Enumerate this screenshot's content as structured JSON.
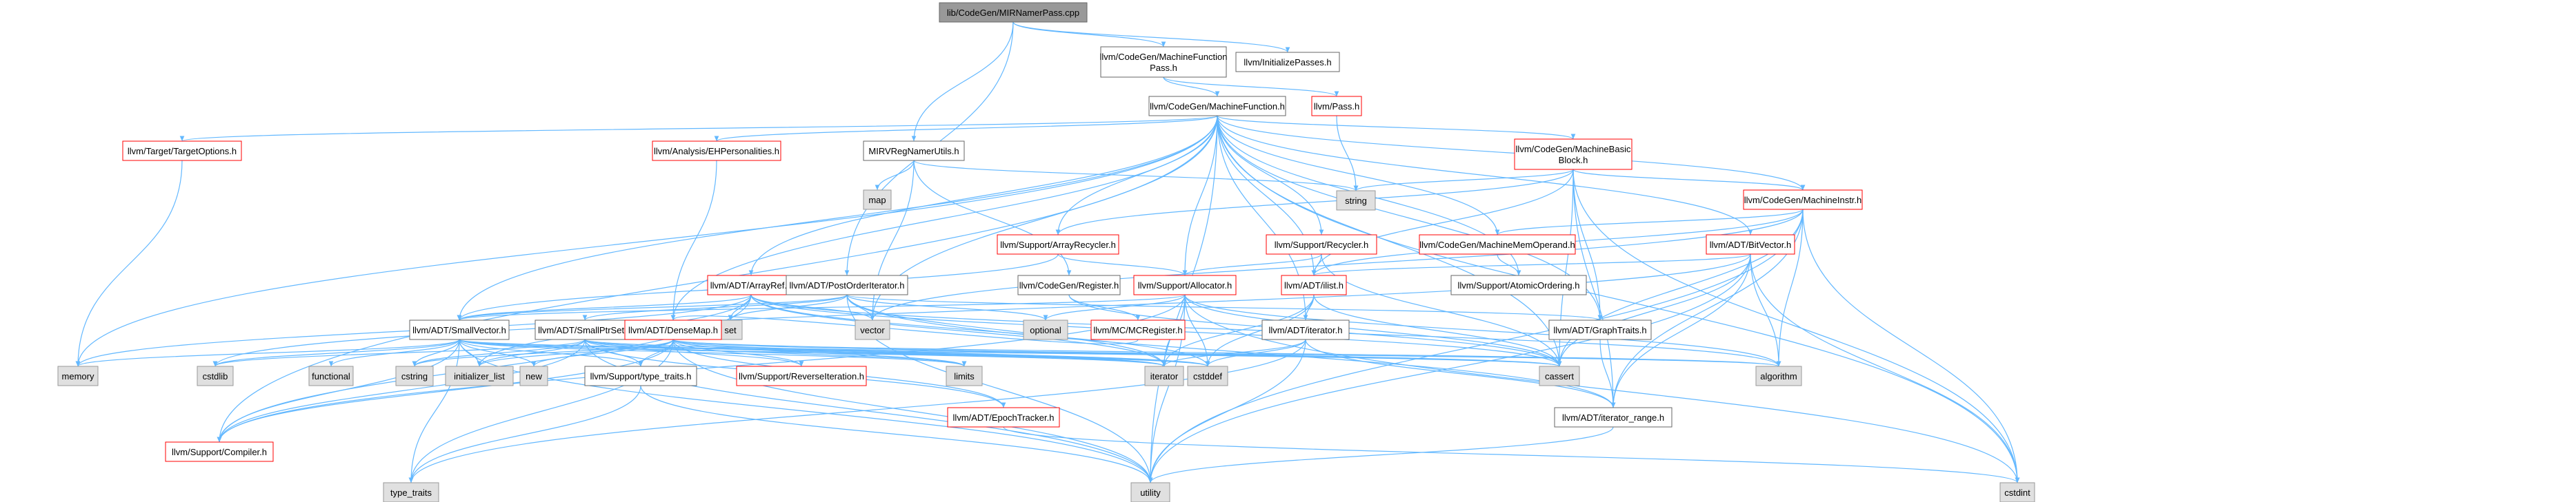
{
  "graph": {
    "title": "lib/CodeGen/MIRNamerPass.cpp",
    "colors": {
      "root_fill": "#999999",
      "root_stroke": "#666666",
      "node_fill": "#ffffff",
      "node_stroke": "#666666",
      "ext_fill": "#e0e0e0",
      "ext_stroke": "#999999",
      "trunc_stroke": "#ff0000",
      "edge": "#63b8ff"
    },
    "nodes": [
      {
        "id": "root",
        "label": "lib/CodeGen/MIRNamerPass.cpp",
        "kind": "root"
      },
      {
        "id": "mfpass",
        "label": [
          "llvm/CodeGen/MachineFunction",
          "Pass.h"
        ],
        "kind": "normal"
      },
      {
        "id": "initpasses",
        "label": "llvm/InitializePasses.h",
        "kind": "normal"
      },
      {
        "id": "mir",
        "label": "MIRVRegNamerUtils.h",
        "kind": "normal"
      },
      {
        "id": "mf",
        "label": "llvm/CodeGen/MachineFunction.h",
        "kind": "normal"
      },
      {
        "id": "pass",
        "label": "llvm/Pass.h",
        "kind": "truncated"
      },
      {
        "id": "targetopts",
        "label": "llvm/Target/TargetOptions.h",
        "kind": "truncated"
      },
      {
        "id": "ehpers",
        "label": "llvm/Analysis/EHPersonalities.h",
        "kind": "truncated"
      },
      {
        "id": "mbb",
        "label": [
          "llvm/CodeGen/MachineBasic",
          "Block.h"
        ],
        "kind": "truncated"
      },
      {
        "id": "map",
        "label": "map",
        "kind": "external"
      },
      {
        "id": "string",
        "label": "string",
        "kind": "external"
      },
      {
        "id": "minstr",
        "label": "llvm/CodeGen/MachineInstr.h",
        "kind": "truncated"
      },
      {
        "id": "arrrec",
        "label": "llvm/Support/ArrayRecycler.h",
        "kind": "truncated"
      },
      {
        "id": "recycler",
        "label": "llvm/Support/Recycler.h",
        "kind": "truncated"
      },
      {
        "id": "mmo",
        "label": "llvm/CodeGen/MachineMemOperand.h",
        "kind": "truncated"
      },
      {
        "id": "bitvec",
        "label": "llvm/ADT/BitVector.h",
        "kind": "truncated"
      },
      {
        "id": "arrayref",
        "label": "llvm/ADT/ArrayRef.h",
        "kind": "truncated"
      },
      {
        "id": "poiter",
        "label": "llvm/ADT/PostOrderIterator.h",
        "kind": "normal"
      },
      {
        "id": "creg",
        "label": "llvm/CodeGen/Register.h",
        "kind": "normal"
      },
      {
        "id": "alloc",
        "label": "llvm/Support/Allocator.h",
        "kind": "truncated"
      },
      {
        "id": "ilist",
        "label": "llvm/ADT/ilist.h",
        "kind": "truncated"
      },
      {
        "id": "atomic",
        "label": "llvm/Support/AtomicOrdering.h",
        "kind": "normal"
      },
      {
        "id": "set",
        "label": "set",
        "kind": "external"
      },
      {
        "id": "vector",
        "label": "vector",
        "kind": "external"
      },
      {
        "id": "optional",
        "label": "optional",
        "kind": "external"
      },
      {
        "id": "mcreg",
        "label": "llvm/MC/MCRegister.h",
        "kind": "truncated"
      },
      {
        "id": "graphtraits",
        "label": "llvm/ADT/GraphTraits.h",
        "kind": "normal"
      },
      {
        "id": "smallvec",
        "label": "llvm/ADT/SmallVector.h",
        "kind": "normal"
      },
      {
        "id": "smallptr",
        "label": "llvm/ADT/SmallPtrSet.h",
        "kind": "normal"
      },
      {
        "id": "densemap",
        "label": "llvm/ADT/DenseMap.h",
        "kind": "truncated"
      },
      {
        "id": "iteratorh",
        "label": "llvm/ADT/iterator.h",
        "kind": "normal"
      },
      {
        "id": "memory",
        "label": "memory",
        "kind": "external"
      },
      {
        "id": "cstdlib",
        "label": "cstdlib",
        "kind": "external"
      },
      {
        "id": "functional",
        "label": "functional",
        "kind": "external"
      },
      {
        "id": "cstring",
        "label": "cstring",
        "kind": "external"
      },
      {
        "id": "initlist",
        "label": "initializer_list",
        "kind": "external"
      },
      {
        "id": "new",
        "label": "new",
        "kind": "external"
      },
      {
        "id": "typetraitsh",
        "label": "llvm/Support/type_traits.h",
        "kind": "normal"
      },
      {
        "id": "reviter",
        "label": "llvm/Support/ReverseIteration.h",
        "kind": "truncated"
      },
      {
        "id": "epoch",
        "label": "llvm/ADT/EpochTracker.h",
        "kind": "truncated"
      },
      {
        "id": "limits",
        "label": "limits",
        "kind": "external"
      },
      {
        "id": "iterator",
        "label": "iterator",
        "kind": "external"
      },
      {
        "id": "cstddef",
        "label": "cstddef",
        "kind": "external"
      },
      {
        "id": "algorithm",
        "label": "algorithm",
        "kind": "external"
      },
      {
        "id": "cassert",
        "label": "cassert",
        "kind": "external"
      },
      {
        "id": "iterrange",
        "label": "llvm/ADT/iterator_range.h",
        "kind": "normal"
      },
      {
        "id": "compiler",
        "label": "llvm/Support/Compiler.h",
        "kind": "truncated"
      },
      {
        "id": "typetraits",
        "label": "type_traits",
        "kind": "external"
      },
      {
        "id": "utility",
        "label": "utility",
        "kind": "external"
      },
      {
        "id": "cstdint",
        "label": "cstdint",
        "kind": "external"
      }
    ],
    "edges": [
      [
        "root",
        "mfpass"
      ],
      [
        "root",
        "initpasses"
      ],
      [
        "root",
        "mir"
      ],
      [
        "root",
        "poiter"
      ],
      [
        "mfpass",
        "mf"
      ],
      [
        "mfpass",
        "pass"
      ],
      [
        "mf",
        "targetopts"
      ],
      [
        "mf",
        "ehpers"
      ],
      [
        "mf",
        "mbb"
      ],
      [
        "mf",
        "minstr"
      ],
      [
        "mf",
        "arrrec"
      ],
      [
        "mf",
        "recycler"
      ],
      [
        "mf",
        "mmo"
      ],
      [
        "mf",
        "bitvec"
      ],
      [
        "mf",
        "arrayref"
      ],
      [
        "mf",
        "alloc"
      ],
      [
        "mf",
        "ilist"
      ],
      [
        "mf",
        "atomic"
      ],
      [
        "mf",
        "graphtraits"
      ],
      [
        "mf",
        "smallvec"
      ],
      [
        "mf",
        "densemap"
      ],
      [
        "mf",
        "iteratorh"
      ],
      [
        "mf",
        "memory"
      ],
      [
        "mf",
        "compiler"
      ],
      [
        "mf",
        "vector"
      ],
      [
        "mf",
        "utility"
      ],
      [
        "mf",
        "cstdint"
      ],
      [
        "mf",
        "cassert"
      ],
      [
        "pass",
        "string"
      ],
      [
        "mir",
        "map"
      ],
      [
        "mir",
        "string"
      ],
      [
        "mir",
        "creg"
      ],
      [
        "mir",
        "vector"
      ],
      [
        "targetopts",
        "memory"
      ],
      [
        "ehpers",
        "densemap"
      ],
      [
        "mbb",
        "string"
      ],
      [
        "mbb",
        "minstr"
      ],
      [
        "mbb",
        "graphtraits"
      ],
      [
        "mbb",
        "ilist"
      ],
      [
        "mbb",
        "iterrange"
      ],
      [
        "mbb",
        "cassert"
      ],
      [
        "mbb",
        "cstdint"
      ],
      [
        "mbb",
        "arrrec"
      ],
      [
        "minstr",
        "mmo"
      ],
      [
        "minstr",
        "ilist"
      ],
      [
        "minstr",
        "iterrange"
      ],
      [
        "minstr",
        "cstdint"
      ],
      [
        "minstr",
        "algorithm"
      ],
      [
        "minstr",
        "cassert"
      ],
      [
        "minstr",
        "utility"
      ],
      [
        "minstr",
        "vector"
      ],
      [
        "arrrec",
        "smallvec"
      ],
      [
        "arrrec",
        "alloc"
      ],
      [
        "recycler",
        "alloc"
      ],
      [
        "recycler",
        "ilist"
      ],
      [
        "recycler",
        "cassert"
      ],
      [
        "mmo",
        "atomic"
      ],
      [
        "bitvec",
        "ilist"
      ],
      [
        "bitvec",
        "iterrange"
      ],
      [
        "bitvec",
        "algorithm"
      ],
      [
        "bitvec",
        "cassert"
      ],
      [
        "bitvec",
        "cstdint"
      ],
      [
        "bitvec",
        "cstdlib"
      ],
      [
        "bitvec",
        "utility"
      ],
      [
        "arrayref",
        "smallvec"
      ],
      [
        "arrayref",
        "compiler"
      ],
      [
        "arrayref",
        "algorithm"
      ],
      [
        "arrayref",
        "cassert"
      ],
      [
        "arrayref",
        "cstddef"
      ],
      [
        "arrayref",
        "initlist"
      ],
      [
        "arrayref",
        "iterator"
      ],
      [
        "arrayref",
        "memory"
      ],
      [
        "arrayref",
        "vector"
      ],
      [
        "arrayref",
        "set"
      ],
      [
        "poiter",
        "graphtraits"
      ],
      [
        "poiter",
        "iterrange"
      ],
      [
        "poiter",
        "smallptr"
      ],
      [
        "poiter",
        "smallvec"
      ],
      [
        "poiter",
        "iterator"
      ],
      [
        "poiter",
        "optional"
      ],
      [
        "poiter",
        "set"
      ],
      [
        "poiter",
        "utility"
      ],
      [
        "poiter",
        "vector"
      ],
      [
        "creg",
        "mcreg"
      ],
      [
        "creg",
        "cassert"
      ],
      [
        "alloc",
        "smallvec"
      ],
      [
        "alloc",
        "compiler"
      ],
      [
        "alloc",
        "algorithm"
      ],
      [
        "alloc",
        "cassert"
      ],
      [
        "alloc",
        "cstddef"
      ],
      [
        "alloc",
        "cstdint"
      ],
      [
        "alloc",
        "iterator"
      ],
      [
        "alloc",
        "optional"
      ],
      [
        "alloc",
        "utility"
      ],
      [
        "ilist",
        "iteratorh"
      ],
      [
        "ilist",
        "cassert"
      ],
      [
        "ilist",
        "cstddef"
      ],
      [
        "ilist",
        "iterator"
      ],
      [
        "mcreg",
        "densemap"
      ],
      [
        "graphtraits",
        "iterrange"
      ],
      [
        "smallvec",
        "compiler"
      ],
      [
        "smallvec",
        "typetraitsh"
      ],
      [
        "smallvec",
        "algorithm"
      ],
      [
        "smallvec",
        "cassert"
      ],
      [
        "smallvec",
        "cstddef"
      ],
      [
        "smallvec",
        "cstdlib"
      ],
      [
        "smallvec",
        "cstring"
      ],
      [
        "smallvec",
        "functional"
      ],
      [
        "smallvec",
        "initlist"
      ],
      [
        "smallvec",
        "iterator"
      ],
      [
        "smallvec",
        "limits"
      ],
      [
        "smallvec",
        "memory"
      ],
      [
        "smallvec",
        "new"
      ],
      [
        "smallvec",
        "type_traits_ext"
      ],
      [
        "smallvec",
        "utility"
      ],
      [
        "smallptr",
        "epoch"
      ],
      [
        "smallptr",
        "compiler"
      ],
      [
        "smallptr",
        "reviter"
      ],
      [
        "smallptr",
        "typetraitsh"
      ],
      [
        "smallptr",
        "cassert"
      ],
      [
        "smallptr",
        "cstddef"
      ],
      [
        "smallptr",
        "cstdlib"
      ],
      [
        "smallptr",
        "cstring"
      ],
      [
        "smallptr",
        "initlist"
      ],
      [
        "smallptr",
        "iterator"
      ],
      [
        "smallptr",
        "limits"
      ],
      [
        "smallptr",
        "utility"
      ],
      [
        "densemap",
        "epoch"
      ],
      [
        "densemap",
        "compiler"
      ],
      [
        "densemap",
        "reviter"
      ],
      [
        "densemap",
        "typetraitsh"
      ],
      [
        "densemap",
        "algorithm"
      ],
      [
        "densemap",
        "cassert"
      ],
      [
        "densemap",
        "cstddef"
      ],
      [
        "densemap",
        "initlist"
      ],
      [
        "densemap",
        "iterator"
      ],
      [
        "densemap",
        "new"
      ],
      [
        "densemap",
        "typetraits"
      ],
      [
        "densemap",
        "utility"
      ],
      [
        "densemap",
        "limits"
      ],
      [
        "densemap",
        "cstring"
      ],
      [
        "iteratorh",
        "iterrange"
      ],
      [
        "iteratorh",
        "cstddef"
      ],
      [
        "iteratorh",
        "iterator"
      ],
      [
        "iteratorh",
        "typetraits"
      ],
      [
        "iteratorh",
        "utility"
      ],
      [
        "typetraitsh",
        "typetraits"
      ],
      [
        "typetraitsh",
        "utility"
      ],
      [
        "epoch",
        "cstdint"
      ],
      [
        "iterrange",
        "utility"
      ]
    ]
  }
}
